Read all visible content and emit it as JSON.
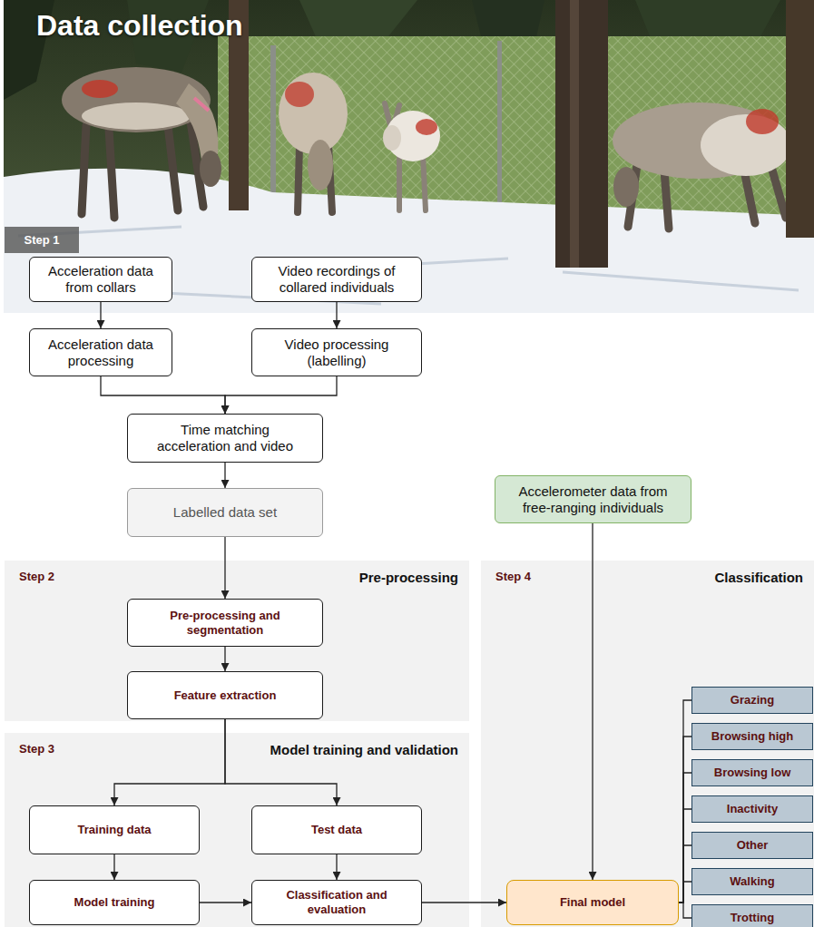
{
  "diagram": {
    "title": "Data collection",
    "nodes": [
      {
        "text": [
          "Step 1"
        ]
      },
      {
        "text": [
          "Acceleration data from collars"
        ]
      },
      {
        "text": [
          "Video recordings of collared individuals"
        ]
      },
      {
        "text": [
          "Acceleration data processing"
        ]
      },
      {
        "text": [
          "Video processing (labelling)"
        ]
      },
      {
        "text": [
          "Time matching acceleration and video"
        ]
      },
      {
        "text": [
          "Labelled data set"
        ]
      },
      {
        "text": [
          "Accelerometer data from free-ranging individuals"
        ]
      },
      {
        "text": [
          "Step 2",
          "Pre-processing"
        ]
      },
      {
        "text": [
          "Pre-processing and segmentation"
        ],
        "in": 8
      },
      {
        "text": [
          "Feature extraction"
        ],
        "in": 8
      },
      {
        "text": [
          "Step 4",
          "Classification"
        ]
      },
      {
        "text": [
          "Grazing"
        ],
        "in": 11
      },
      {
        "text": [
          "Browsing high"
        ],
        "in": 11
      },
      {
        "text": [
          "Browsing low"
        ],
        "in": 11
      },
      {
        "text": [
          "Inactivity"
        ],
        "in": 11
      },
      {
        "text": [
          "Other"
        ],
        "in": 11
      },
      {
        "text": [
          "Walking"
        ],
        "in": 11
      },
      {
        "text": [
          "Trotting"
        ],
        "in": 11
      },
      {
        "text": [
          "Final model"
        ],
        "in": 11
      },
      {
        "text": [
          "Step 3",
          "Model training and validation"
        ]
      },
      {
        "text": [
          "Training data"
        ],
        "in": 20
      },
      {
        "text": [
          "Test data"
        ],
        "in": 20
      },
      {
        "text": [
          "Model training"
        ],
        "in": 20
      },
      {
        "text": [
          "Classification and evaluation"
        ],
        "in": 20
      }
    ],
    "edges": [
      {
        "from": 1,
        "to": 3,
        "arrow": "to"
      },
      {
        "from": 2,
        "to": 4,
        "arrow": "to"
      },
      {
        "from": 3,
        "to": 5,
        "arrow": "to"
      },
      {
        "from": 4,
        "to": 5,
        "arrow": "to"
      },
      {
        "from": 5,
        "to": 6,
        "arrow": "to"
      },
      {
        "from": 6,
        "to": 9,
        "arrow": "to"
      },
      {
        "from": 9,
        "to": 10,
        "arrow": "to"
      },
      {
        "from": 10,
        "to": 21,
        "arrow": "to"
      },
      {
        "from": 10,
        "to": 22,
        "arrow": "to"
      },
      {
        "from": 21,
        "to": 23,
        "arrow": "to"
      },
      {
        "from": 22,
        "to": 24,
        "arrow": "to"
      },
      {
        "from": 23,
        "to": 24,
        "arrow": "to"
      },
      {
        "from": 24,
        "to": 19,
        "arrow": "to"
      },
      {
        "from": 7,
        "to": 19,
        "arrow": "to"
      },
      {
        "from": 19,
        "to": 12,
        "arrow": "none"
      },
      {
        "from": 19,
        "to": 13,
        "arrow": "none"
      },
      {
        "from": 19,
        "to": 14,
        "arrow": "none"
      },
      {
        "from": 19,
        "to": 15,
        "arrow": "none"
      },
      {
        "from": 19,
        "to": 16,
        "arrow": "none"
      },
      {
        "from": 19,
        "to": 17,
        "arrow": "none"
      },
      {
        "from": 19,
        "to": 18,
        "arrow": "none"
      }
    ]
  }
}
